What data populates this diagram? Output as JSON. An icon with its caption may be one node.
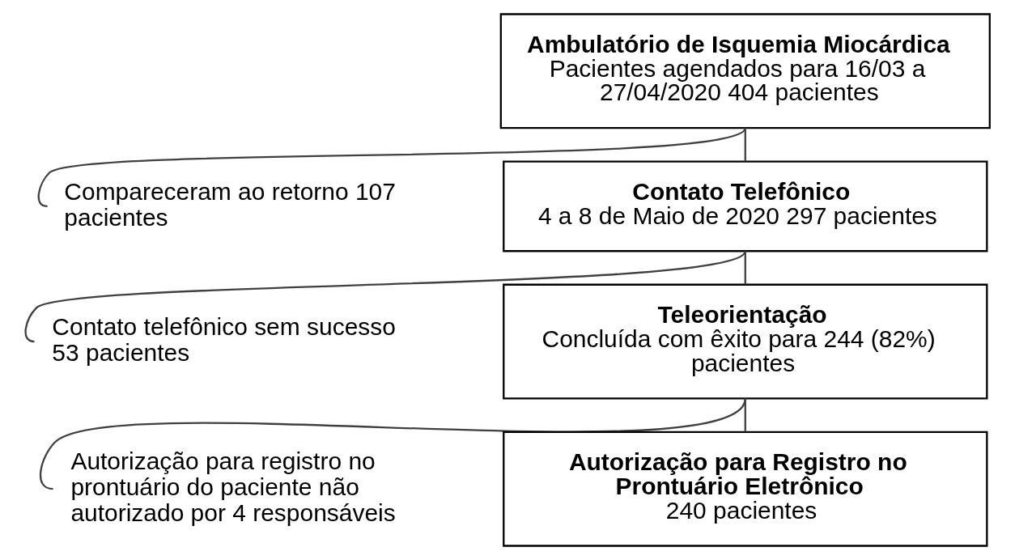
{
  "diagram": {
    "nodes": [
      {
        "text": [
          "Ambulatório de Isquemia Miocárdica",
          "Pacientes agendados para 16/03 a 27/04/2020 404 pacientes"
        ]
      },
      {
        "text": [
          "Compareceram ao retorno 107 pacientes"
        ]
      },
      {
        "text": [
          "Contato Telefônico",
          "4 a 8 de Maio de 2020 297 pacientes"
        ]
      },
      {
        "text": [
          "Contato telefônico sem sucesso 53 pacientes"
        ]
      },
      {
        "text": [
          "Teleorientação",
          "Concluída com êxito para 244 (82%) pacientes"
        ]
      },
      {
        "text": [
          "Autorização para registro no prontuário do paciente não autorizado por 4 responsáveis"
        ]
      },
      {
        "text": [
          "Autorização para Registro no Prontuário Eletrônico",
          "240 pacientes"
        ]
      }
    ],
    "edges": [
      {
        "from": 0,
        "to": 2,
        "arrow": "none"
      },
      {
        "from": 0,
        "to": 1,
        "arrow": "none"
      },
      {
        "from": 2,
        "to": 4,
        "arrow": "none"
      },
      {
        "from": 2,
        "to": 3,
        "arrow": "none"
      },
      {
        "from": 4,
        "to": 6,
        "arrow": "none"
      },
      {
        "from": 4,
        "to": 5,
        "arrow": "none"
      }
    ]
  }
}
